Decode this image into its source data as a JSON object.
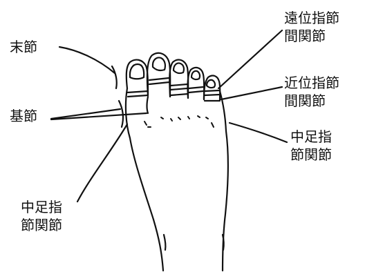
{
  "labels": {
    "distal_phalanx": "末節",
    "proximal_phalanx": "基節",
    "dip_joint": {
      "line1": "遠位指節",
      "line2": "間関節"
    },
    "pip_joint": {
      "line1": "近位指節",
      "line2": "間関節"
    },
    "mtp_joint_right": {
      "line1": "中足指",
      "line2": "節関節"
    },
    "mtp_joint_left": {
      "line1": "中足指",
      "line2": "節関節"
    }
  },
  "colors": {
    "line": "#111111",
    "text": "#111111",
    "background": "#ffffff"
  }
}
